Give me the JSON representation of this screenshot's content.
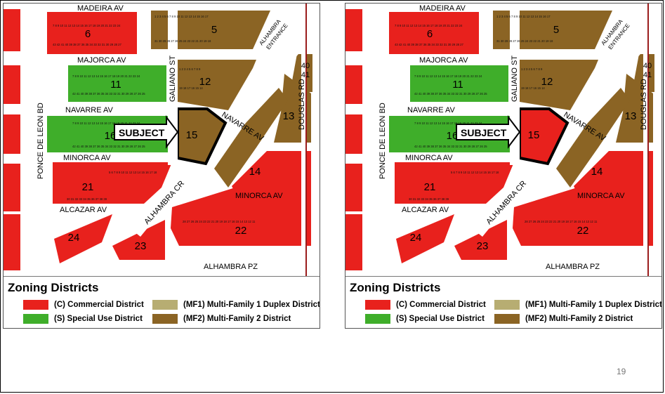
{
  "streets": {
    "madeira": "MADEIRA AV",
    "majorca": "MAJORCA AV",
    "navarre": "NAVARRE AV",
    "navarre_diag": "NAVARRE AV",
    "minorca": "MINORCA AV",
    "minorca_right": "MINORCA AV",
    "alcazar": "ALCAZAR AV",
    "alhambra_pz": "ALHAMBRA PZ",
    "alhambra_cr": "ALHAMBRA CR",
    "ponce": "PONCE DE LEON BD",
    "galiano": "GALIANO ST",
    "douglas": "DOUGLAS RD",
    "alhambra_entrance_1": "ALHAMBRA",
    "alhambra_entrance_2": "ENTRANCE"
  },
  "blocks": {
    "b5": "5",
    "b6": "6",
    "b11": "11",
    "b12": "12",
    "b13": "13",
    "b14": "14",
    "b15": "15",
    "b16": "16",
    "b21": "21",
    "b22": "22",
    "b23": "23",
    "b24": "24",
    "b40": "40",
    "b41": "41"
  },
  "subject_label": "SUBJECT",
  "legend": {
    "title": "Zoning Districts",
    "commercial": "(C) Commercial District",
    "special": "(S) Special Use District",
    "mf1": "(MF1) Multi-Family 1 Duplex District",
    "mf2": "(MF2) Multi-Family 2 District"
  },
  "colors": {
    "commercial": "#e8211d",
    "special": "#3fae2a",
    "mf1": "#b7ad72",
    "mf2": "#8b6424"
  },
  "maps": [
    {
      "subject_zoning": "MF2",
      "subject_color": "#8b6424"
    },
    {
      "subject_zoning": "C",
      "subject_color": "#e8211d"
    }
  ],
  "page_number": "19"
}
